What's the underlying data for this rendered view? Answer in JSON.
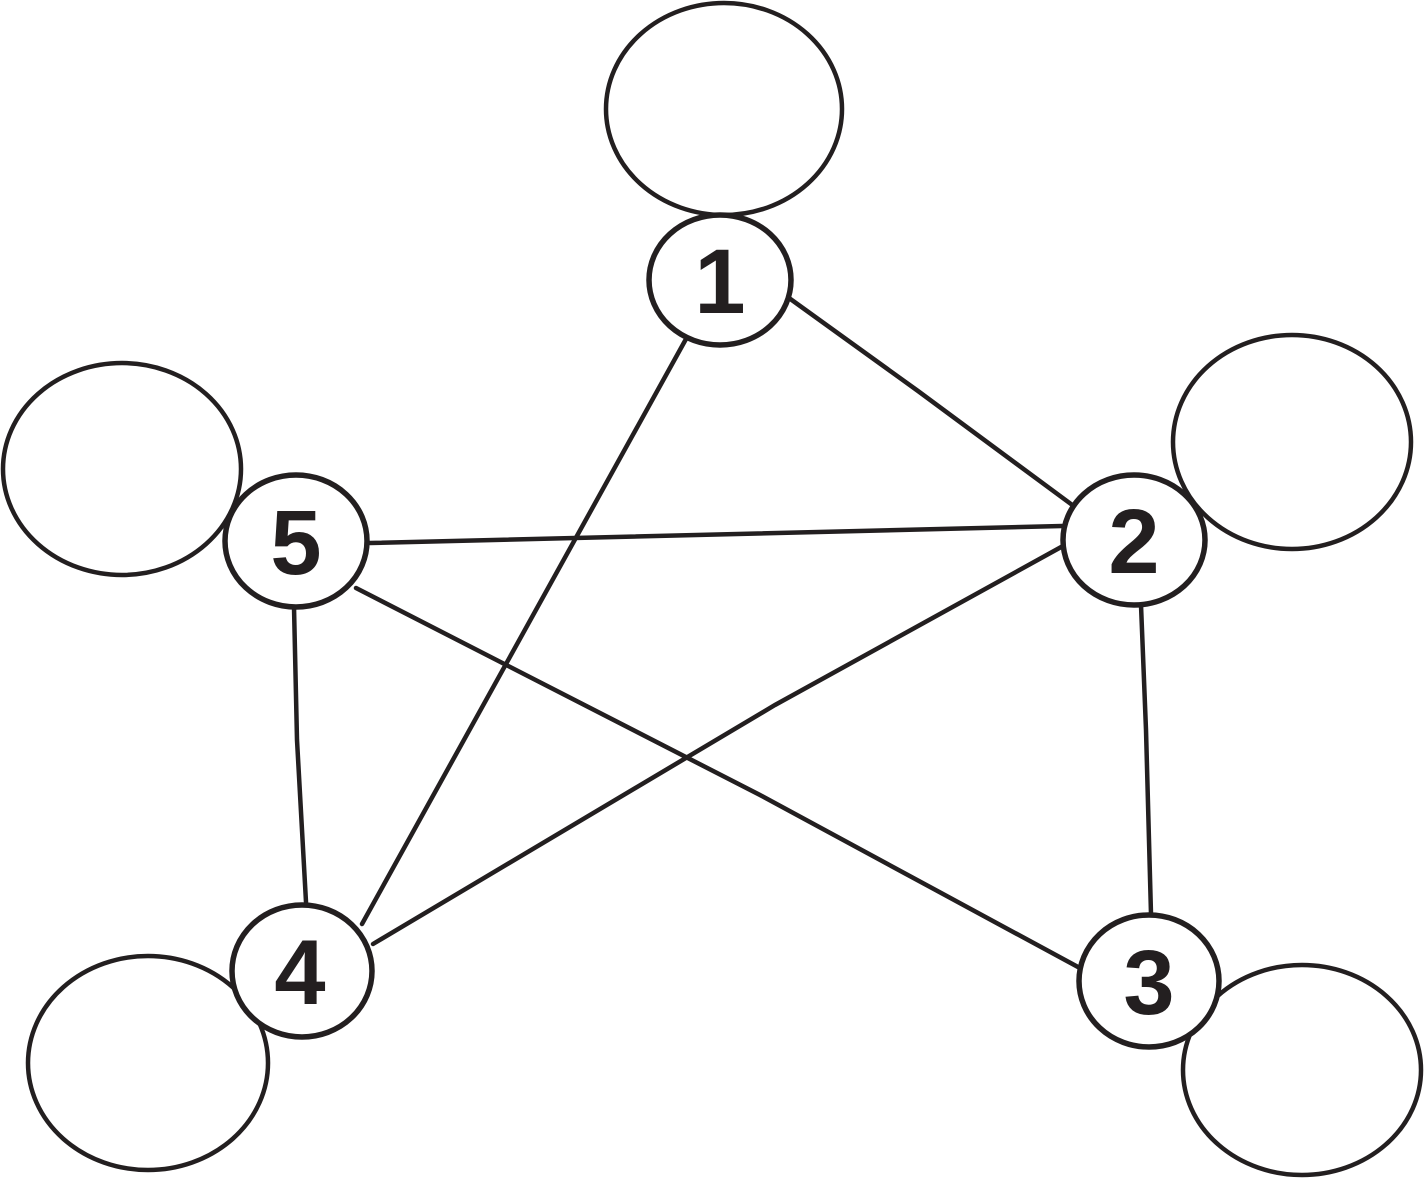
{
  "nodes": [
    {
      "id": "1",
      "label": "1"
    },
    {
      "id": "2",
      "label": "2"
    },
    {
      "id": "3",
      "label": "3"
    },
    {
      "id": "4",
      "label": "4"
    },
    {
      "id": "5",
      "label": "5"
    }
  ],
  "edges": [
    {
      "from": "1",
      "to": "2"
    },
    {
      "from": "1",
      "to": "4"
    },
    {
      "from": "5",
      "to": "2"
    },
    {
      "from": "5",
      "to": "3"
    },
    {
      "from": "5",
      "to": "4"
    },
    {
      "from": "2",
      "to": "4"
    },
    {
      "from": "2",
      "to": "3"
    }
  ],
  "self_loops": [
    "1",
    "2",
    "3",
    "4",
    "5"
  ],
  "colors": {
    "stroke": "#231f20",
    "background": "#ffffff"
  }
}
